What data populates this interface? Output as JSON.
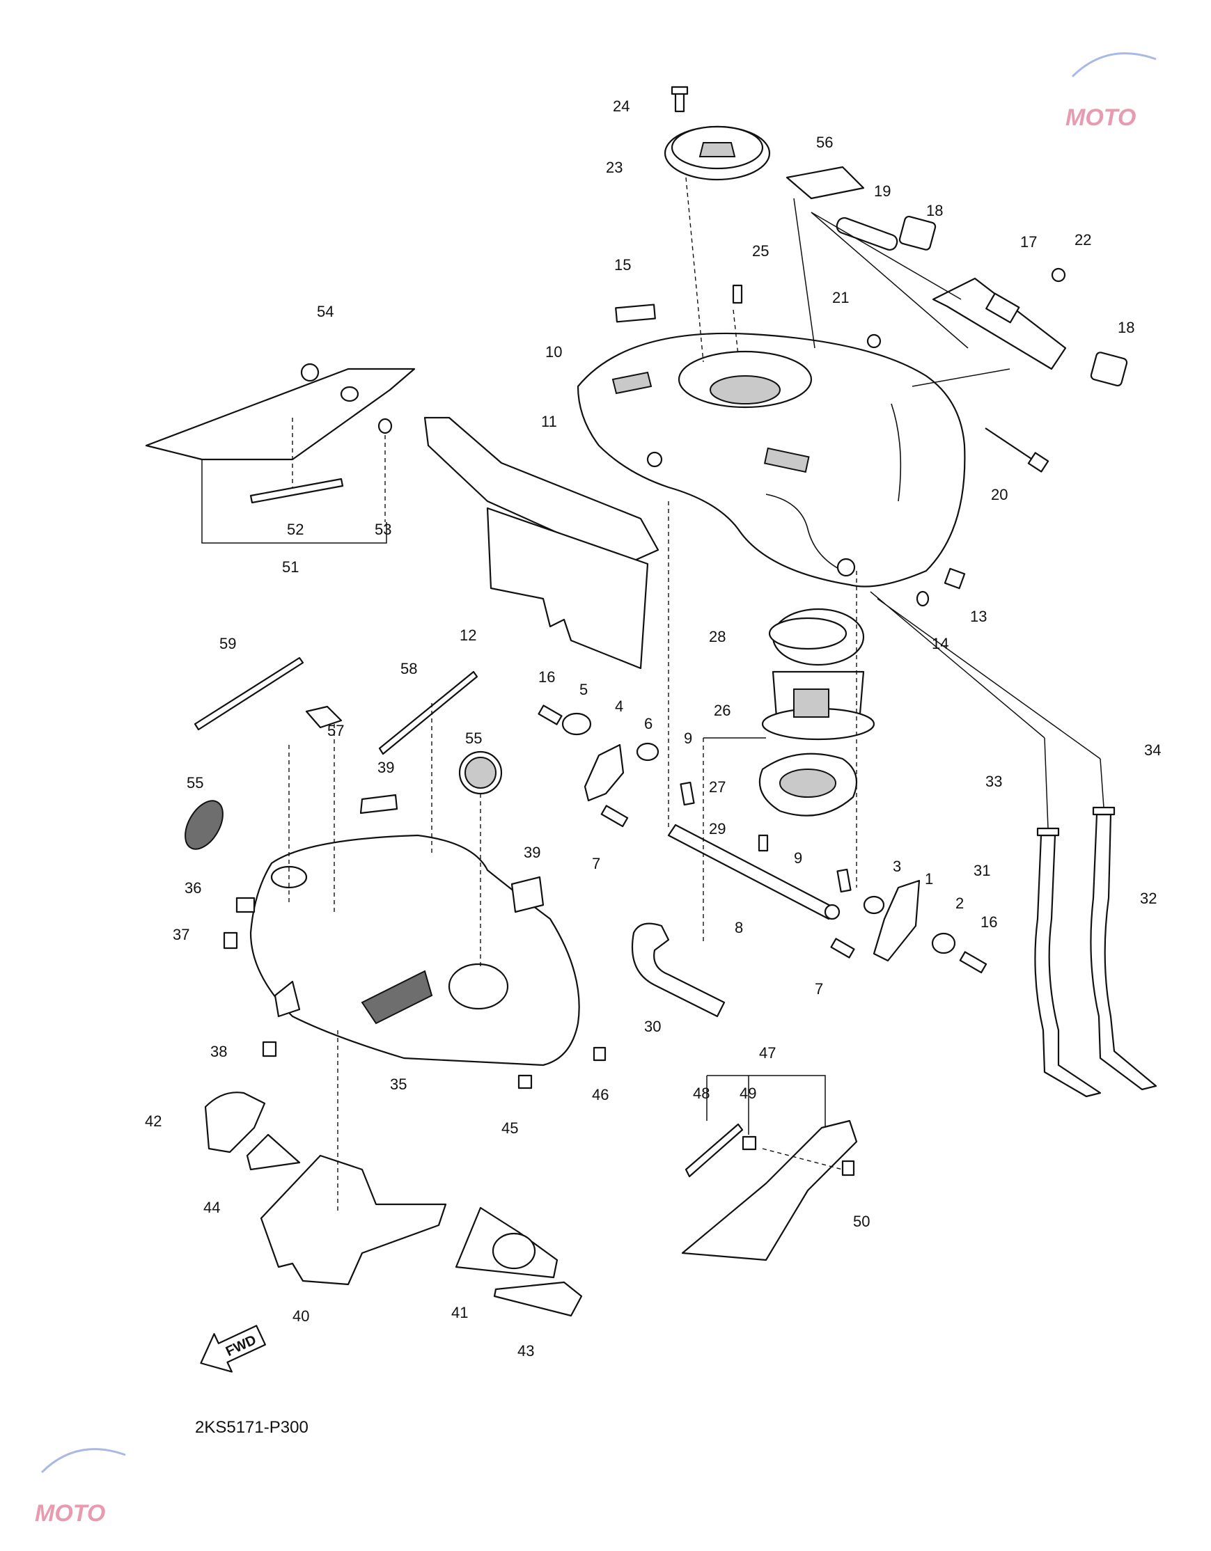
{
  "diagram": {
    "code": "2KS5171-P300",
    "fwd_label": "FWD",
    "callouts": [
      "1",
      "2",
      "3",
      "4",
      "5",
      "6",
      "7",
      "7",
      "8",
      "9",
      "9",
      "10",
      "11",
      "12",
      "13",
      "14",
      "15",
      "16",
      "16",
      "17",
      "18",
      "18",
      "19",
      "20",
      "21",
      "22",
      "23",
      "24",
      "25",
      "26",
      "27",
      "28",
      "29",
      "30",
      "31",
      "32",
      "33",
      "34",
      "35",
      "36",
      "37",
      "38",
      "39",
      "39",
      "40",
      "41",
      "42",
      "43",
      "44",
      "45",
      "46",
      "47",
      "48",
      "49",
      "50",
      "51",
      "52",
      "53",
      "54",
      "55",
      "55",
      "56",
      "57",
      "58",
      "59"
    ],
    "watermark": {
      "text": "MOTO",
      "accent": "#e58aa2",
      "secondary": "#a9b9e6"
    },
    "line_color": "#111111"
  }
}
